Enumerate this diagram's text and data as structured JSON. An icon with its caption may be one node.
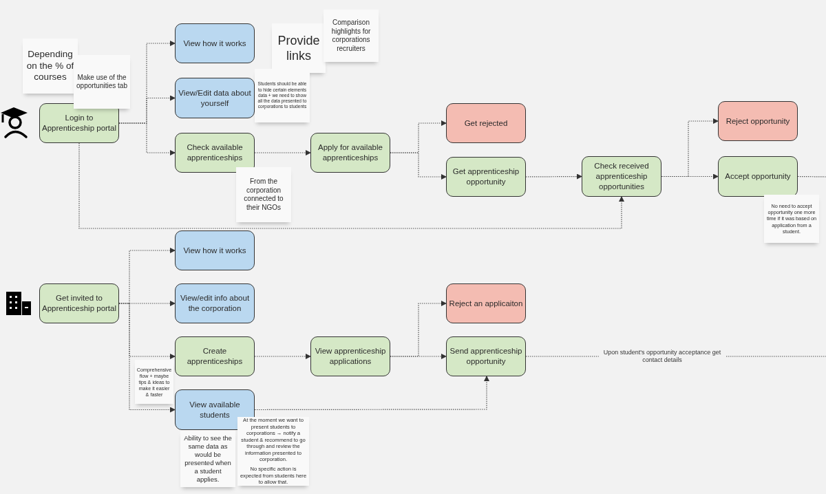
{
  "diagram": {
    "nodes": [
      {
        "text": [
          "Login to Apprenticeship portal"
        ]
      },
      {
        "text": [
          "View how it works"
        ]
      },
      {
        "text": [
          "View/Edit data about yourself"
        ]
      },
      {
        "text": [
          "Check available apprenticeships"
        ]
      },
      {
        "text": [
          "Apply for available apprenticeships"
        ]
      },
      {
        "text": [
          "Get rejected"
        ]
      },
      {
        "text": [
          "Get apprenticeship opportunity"
        ]
      },
      {
        "text": [
          "Check received apprenticeship opportunities"
        ]
      },
      {
        "text": [
          "Reject opportunity"
        ]
      },
      {
        "text": [
          "Accept opportunity"
        ]
      },
      {
        "text": [
          "Get invited to Apprenticeship portal"
        ]
      },
      {
        "text": [
          "View how it works"
        ]
      },
      {
        "text": [
          "View/edit info about the corporation"
        ]
      },
      {
        "text": [
          "Create apprenticeships"
        ]
      },
      {
        "text": [
          "View available students"
        ]
      },
      {
        "text": [
          "View apprenticeship applications"
        ]
      },
      {
        "text": [
          "Reject an applicaiton"
        ]
      },
      {
        "text": [
          "Send apprenticeship opportunity"
        ]
      },
      {
        "text": [
          "Depending on the % of courses"
        ]
      },
      {
        "text": [
          "Make use of the opportunities tab"
        ]
      },
      {
        "text": [
          "Provide links"
        ]
      },
      {
        "text": [
          "Comparison highlights for corporations recruiters"
        ]
      },
      {
        "text": [
          "Students should be able to hide certain elements data + we need to show all the data presented to corporations to students"
        ]
      },
      {
        "text": [
          "From the corporation connected to their NGOs"
        ]
      },
      {
        "text": [
          "No need to accept opportunity one more time if it was based on application from a student."
        ]
      },
      {
        "text": [
          "Comprehensive flow + maybe tips & ideas to make it easier & faster"
        ]
      },
      {
        "text": [
          "Ability to see the same data as would be presented when a student applies."
        ]
      },
      {
        "text": [
          "At the moment we want to present students to corporations → notify a student & recommend to go through and review the information presented to corporation.",
          "No specific action is expected from students here to allow that."
        ]
      }
    ],
    "edges": [
      {
        "from": 0,
        "to": 1,
        "arrow": "to"
      },
      {
        "from": 0,
        "to": 2,
        "arrow": "to"
      },
      {
        "from": 0,
        "to": 3,
        "arrow": "to"
      },
      {
        "from": 0,
        "to": 7,
        "arrow": "to"
      },
      {
        "from": 3,
        "to": 4,
        "arrow": "to"
      },
      {
        "from": 4,
        "to": 5,
        "arrow": "to"
      },
      {
        "from": 4,
        "to": 6,
        "arrow": "to"
      },
      {
        "from": 6,
        "to": 7,
        "arrow": "to"
      },
      {
        "from": 7,
        "to": 8,
        "arrow": "to"
      },
      {
        "from": 7,
        "to": 9,
        "arrow": "to"
      },
      {
        "from": 9,
        "to": null,
        "arrow": "none"
      },
      {
        "from": 10,
        "to": 11,
        "arrow": "to"
      },
      {
        "from": 10,
        "to": 12,
        "arrow": "to"
      },
      {
        "from": 10,
        "to": 13,
        "arrow": "to"
      },
      {
        "from": 10,
        "to": 14,
        "arrow": "to"
      },
      {
        "from": 13,
        "to": 15,
        "arrow": "to"
      },
      {
        "from": 15,
        "to": 16,
        "arrow": "to"
      },
      {
        "from": 15,
        "to": 17,
        "arrow": "to"
      },
      {
        "from": 14,
        "to": 17,
        "arrow": "to"
      },
      {
        "from": 17,
        "to": null,
        "arrow": "none",
        "label": "Upon student's opportunity acceptance get contact details"
      }
    ]
  }
}
